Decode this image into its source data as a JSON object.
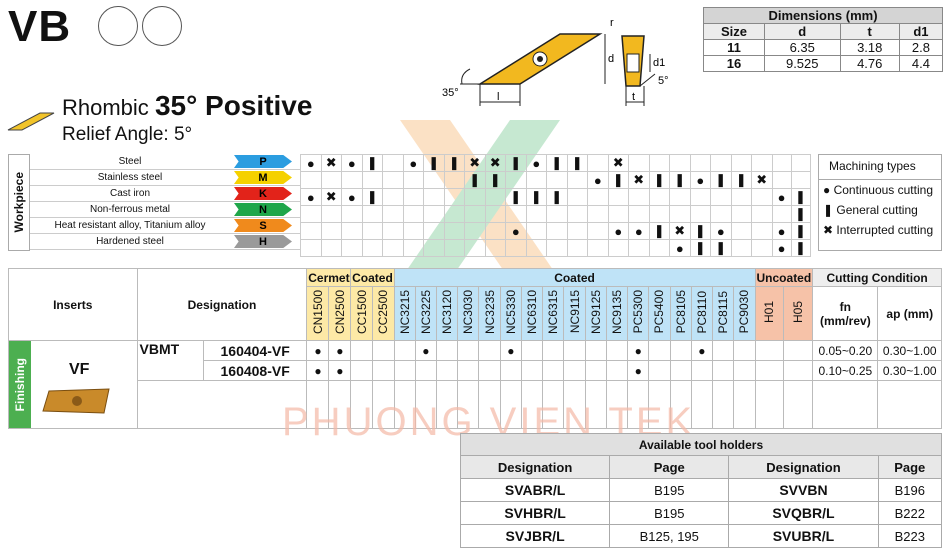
{
  "header": {
    "title": "VB"
  },
  "dimensions": {
    "caption": "Dimensions (mm)",
    "cols": [
      "Size",
      "d",
      "t",
      "d1"
    ],
    "rows": [
      [
        "11",
        "6.35",
        "3.18",
        "2.8"
      ],
      [
        "16",
        "9.525",
        "4.76",
        "4.4"
      ]
    ]
  },
  "diagram": {
    "angle": "35°",
    "relief": "5°",
    "labels": {
      "r": "r",
      "d": "d",
      "d1": "d1",
      "l": "l",
      "t": "t"
    }
  },
  "shape": {
    "name": "Rhombic",
    "angle": "35° Positive",
    "relief": "Relief Angle: 5°"
  },
  "workpiece": {
    "side_label": "Workpiece",
    "materials": [
      {
        "name": "Steel",
        "code": "P",
        "color": "#2b9de0"
      },
      {
        "name": "Stainless steel",
        "code": "M",
        "color": "#f5d100"
      },
      {
        "name": "Cast iron",
        "code": "K",
        "color": "#e2231a"
      },
      {
        "name": "Non-ferrous metal",
        "code": "N",
        "color": "#1fa64a"
      },
      {
        "name": "Heat resistant alloy, Titanium alloy",
        "code": "S",
        "color": "#f08a1c"
      },
      {
        "name": "Hardened steel",
        "code": "H",
        "color": "#9a9a9a"
      }
    ],
    "marks": [
      [
        "c",
        "i",
        "c",
        "g",
        "",
        "c",
        "g",
        "g",
        "i",
        "i",
        "g",
        "c",
        "g",
        "g",
        "",
        "i",
        "",
        "",
        "",
        "",
        "",
        "",
        "",
        ""
      ],
      [
        "",
        "",
        "",
        "",
        "",
        "",
        "",
        "",
        "g",
        "g",
        "",
        "",
        "",
        "",
        "c",
        "g",
        "i",
        "g",
        "g",
        "c",
        "g",
        "g",
        "i",
        ""
      ],
      [
        "c",
        "i",
        "c",
        "g",
        "",
        "",
        "",
        "",
        "",
        "",
        "g",
        "g",
        "g",
        "",
        "",
        "",
        "",
        "",
        "",
        "",
        "",
        "",
        "",
        "c",
        "g"
      ],
      [
        "",
        "",
        "",
        "",
        "",
        "",
        "",
        "",
        "",
        "",
        "",
        "",
        "",
        "",
        "",
        "",
        "",
        "",
        "",
        "",
        "",
        "",
        "",
        "",
        "g"
      ],
      [
        "",
        "",
        "",
        "",
        "",
        "",
        "",
        "",
        "",
        "",
        "c",
        "",
        "",
        "",
        "",
        "c",
        "c",
        "g",
        "i",
        "g",
        "c",
        "",
        "",
        "c",
        "g"
      ],
      [
        "",
        "",
        "",
        "",
        "",
        "",
        "",
        "",
        "",
        "",
        "",
        "",
        "",
        "",
        "",
        "",
        "",
        "",
        "c",
        "g",
        "g",
        "",
        "",
        "c",
        "g"
      ]
    ]
  },
  "machining": {
    "title": "Machining types",
    "continuous": "Continuous cutting",
    "general": "General cutting",
    "interrupted": "Interrupted cutting"
  },
  "grades": {
    "inserts_label": "Inserts",
    "designation_label": "Designation",
    "groups": [
      {
        "name": "Cermet",
        "color": "#fde9a6"
      },
      {
        "name": "Coated",
        "color": "#fde9a6"
      },
      {
        "name": "Coated",
        "color": "#bfe3f7"
      },
      {
        "name": "Uncoated",
        "color": "#f6c2a8"
      }
    ],
    "cols": [
      "CN1500",
      "CN2500",
      "CC1500",
      "CC2500",
      "NC3215",
      "NC3225",
      "NC3120",
      "NC3030",
      "NC3235",
      "NC5330",
      "NC6310",
      "NC6315",
      "NC9115",
      "NC9125",
      "NC9135",
      "PC5300",
      "PC5400",
      "PC8105",
      "PC8110",
      "PC8115",
      "PC9030",
      "H01",
      "H05"
    ],
    "cutting_condition": "Cutting Condition",
    "fn": "fn (mm/rev)",
    "ap": "ap (mm)",
    "section": "Finishing",
    "chipbreaker": "VF",
    "series": "VBMT",
    "rows": [
      {
        "code": "160404-VF",
        "marks": [
          1,
          1,
          0,
          0,
          0,
          1,
          0,
          0,
          0,
          1,
          0,
          0,
          0,
          0,
          0,
          1,
          0,
          0,
          1,
          0,
          0,
          0,
          0
        ],
        "fn": "0.05~0.20",
        "ap": "0.30~1.00"
      },
      {
        "code": "160408-VF",
        "marks": [
          1,
          1,
          0,
          0,
          0,
          0,
          0,
          0,
          0,
          0,
          0,
          0,
          0,
          0,
          0,
          1,
          0,
          0,
          0,
          0,
          0,
          0,
          0
        ],
        "fn": "0.10~0.25",
        "ap": "0.30~1.00"
      }
    ]
  },
  "holders": {
    "caption": "Available tool holders",
    "h1": "Designation",
    "h2": "Page",
    "h3": "Designation",
    "h4": "Page",
    "rows": [
      [
        "SVABR/L",
        "B195",
        "SVVBN",
        "B196"
      ],
      [
        "SVHBR/L",
        "B195",
        "SVQBR/L",
        "B222"
      ],
      [
        "SVJBR/L",
        "B125, 195",
        "SVUBR/L",
        "B223"
      ]
    ]
  },
  "watermark": "PHUONG VIEN TEK"
}
